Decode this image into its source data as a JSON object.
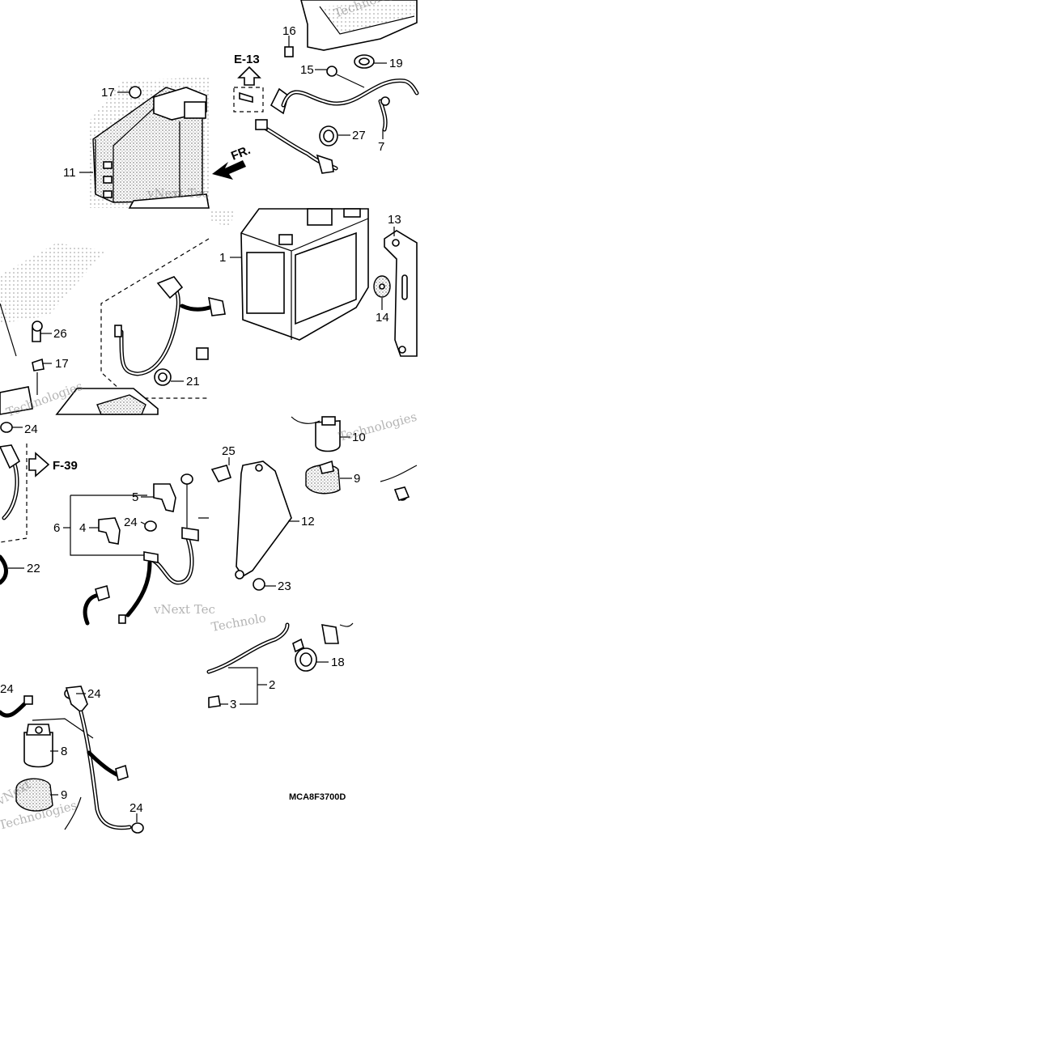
{
  "callouts": {
    "c1": "1",
    "c2": "2",
    "c3": "3",
    "c4": "4",
    "c5": "5",
    "c6": "6",
    "c7": "7",
    "c8": "8",
    "c9a": "9",
    "c9b": "9",
    "c10": "10",
    "c11": "11",
    "c12": "12",
    "c13": "13",
    "c14": "14",
    "c15": "15",
    "c16": "16",
    "c17a": "17",
    "c17b": "17",
    "c18": "18",
    "c19": "19",
    "c21": "21",
    "c22": "22",
    "c23": "23",
    "c24a": "24",
    "c24b": "24",
    "c24c": "24",
    "c24d": "24",
    "c24e": "24",
    "c25": "25",
    "c26": "26",
    "c27": "27"
  },
  "references": {
    "upper": "E-13",
    "left": "F-39",
    "forward": "FR."
  },
  "diagram_code": "MCA8F3700D",
  "watermarks": {
    "w1": "vNext Tec",
    "w2": "Technologies",
    "w3": "vNext Tec",
    "w4": "Technologies",
    "w5": "Technologies",
    "w6": "vNext",
    "w7": "Technologies",
    "w8": "Technolo"
  }
}
